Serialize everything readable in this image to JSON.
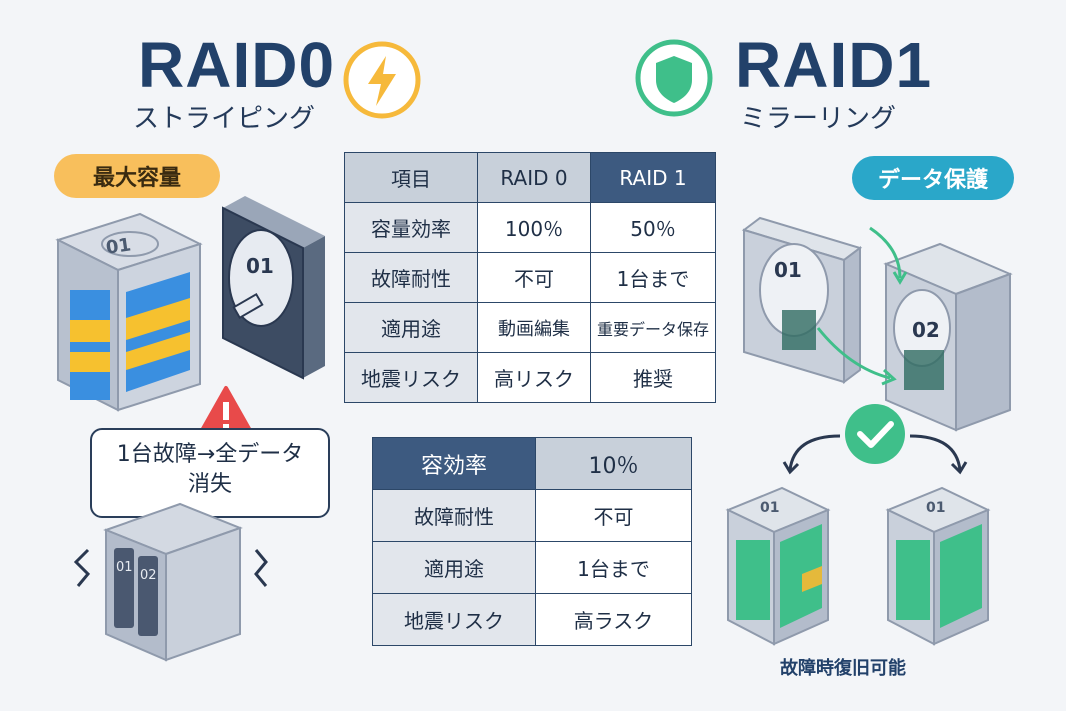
{
  "left": {
    "title": "RAID0",
    "subtitle": "ストライピング",
    "badge": "最大容量",
    "drive_label_a": "01",
    "drive_label_b": "01",
    "warning_text": "1台故障→全データ消失",
    "nas_bay_a": "01",
    "nas_bay_b": "02",
    "accent_color": "#f6b93b"
  },
  "right": {
    "title": "RAID1",
    "subtitle": "ミラーリング",
    "badge": "データ保護",
    "drive_label_a": "01",
    "drive_label_b": "02",
    "restored_a": "01",
    "restored_b": "01",
    "caption": "故障時復旧可能",
    "accent_color": "#3fbf8a"
  },
  "table_main": {
    "headers": [
      "項目",
      "RAID 0",
      "RAID 1"
    ],
    "rows": [
      [
        "容量効率",
        "100％",
        "50％"
      ],
      [
        "故障耐性",
        "不可",
        "1台まで"
      ],
      [
        "適用途",
        "動画編集",
        "重要データ保存"
      ],
      [
        "地震リスク",
        "高リスク",
        "推奨"
      ]
    ]
  },
  "table_secondary": {
    "headers": [
      "容効率",
      "10％"
    ],
    "rows": [
      [
        "故障耐性",
        "不可"
      ],
      [
        "適用途",
        "1台まで"
      ],
      [
        "地震リスク",
        "高ラスク"
      ]
    ]
  }
}
